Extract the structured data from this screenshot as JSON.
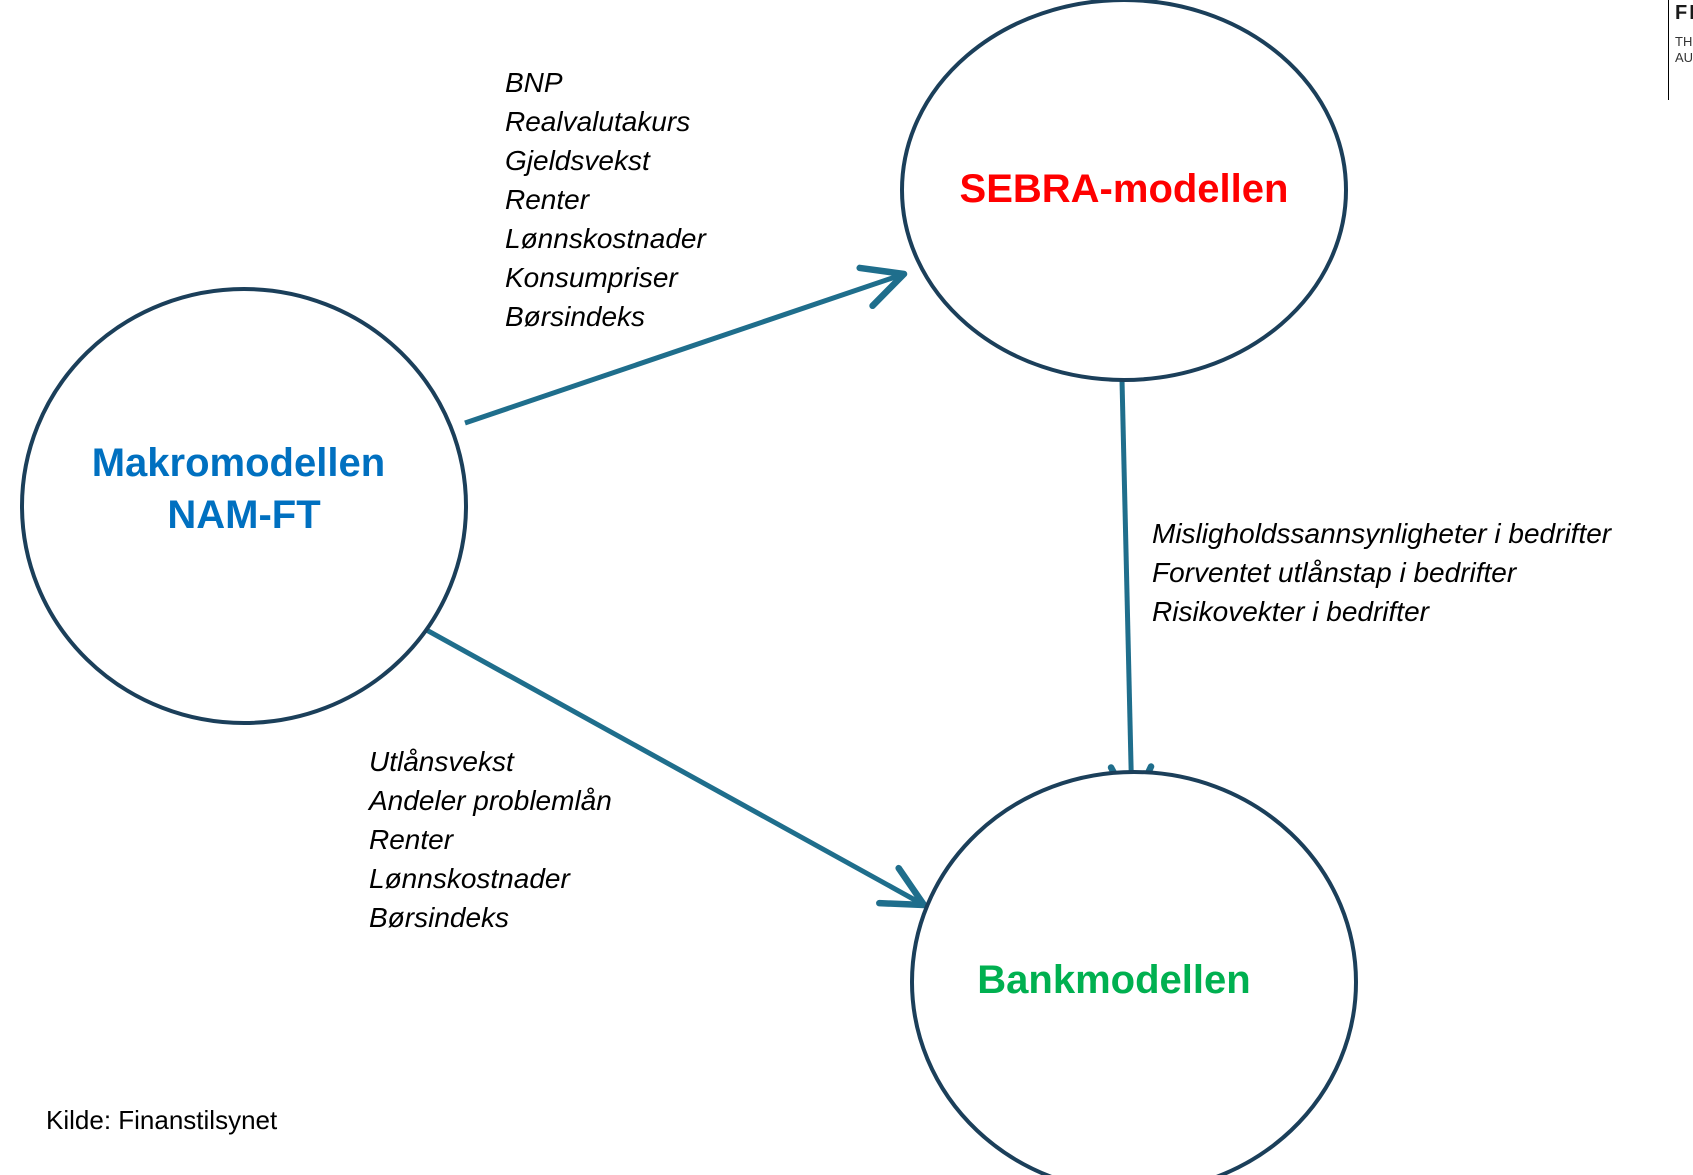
{
  "diagram": {
    "nodes": {
      "makro": {
        "lines": [
          "Makromodellen",
          "NAM-FT"
        ],
        "color": "#0070C0"
      },
      "sebra": {
        "lines": [
          "SEBRA-modellen"
        ],
        "color": "#FF0000"
      },
      "bank": {
        "lines": [
          "Bankmodellen"
        ],
        "color": "#00B050"
      }
    },
    "edge_color": "#1F6E8C",
    "node_outline_color": "#1B3F5A",
    "edges": {
      "makro_to_sebra": {
        "labels": [
          "BNP",
          "Realvalutakurs",
          "Gjeldsvekst",
          "Renter",
          "Lønnskostnader",
          "Konsumpriser",
          "Børsindeks"
        ]
      },
      "sebra_to_bank": {
        "labels": [
          "Misligholdssannsynligheter i bedrifter",
          "Forventet utlånstap i bedrifter",
          "Risikovekter i bedrifter"
        ]
      },
      "makro_to_bank": {
        "labels": [
          "Utlånsvekst",
          "Andeler problemlån",
          "Renter",
          "Lønnskostnader",
          "Børsindeks"
        ]
      }
    }
  },
  "source": "Kilde: Finanstilsynet",
  "logo": {
    "brand": "FINANSTILSYNET",
    "line1": "THE FINANCIAL SUPERVISORY",
    "line2": "AUTHORITY OF NORWAY"
  }
}
